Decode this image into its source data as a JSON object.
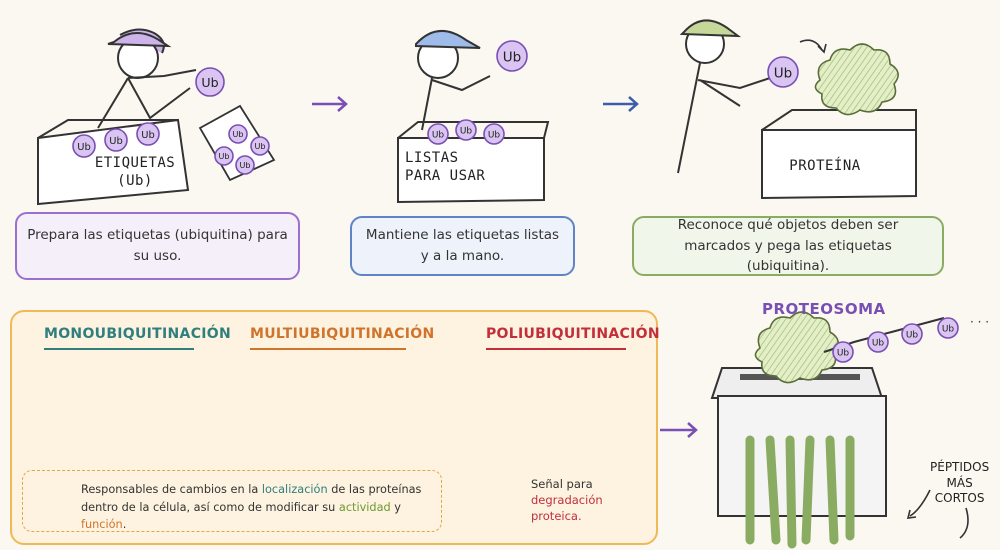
{
  "enzymes": [
    {
      "text": "Prepara las etiquetas (ubiquitina) para su uso.",
      "box_label_lines": [
        "ETIQUETAS",
        "(Ub)"
      ]
    },
    {
      "text": "Mantiene las etiquetas listas y a la mano.",
      "box_label_lines": [
        "LISTAS",
        "PARA USAR"
      ]
    },
    {
      "text": "Reconoce qué objetos deben ser marcados y pega las etiquetas (ubiquitina).",
      "box_label_lines": [
        "PROTEÍNA"
      ]
    }
  ],
  "tag_label": "Ub",
  "ubiquitination_types": [
    {
      "title": "MONOUBIQUITINACIÓN"
    },
    {
      "title": "MULTIUBIQUITINACIÓN"
    },
    {
      "title": "POLIUBIQUITINACIÓN"
    }
  ],
  "localization_note": {
    "part1": "Responsables de cambios en la ",
    "w1": "localización",
    "part2": " de las proteínas dentro de la célula, así como de modificar su ",
    "w2": "actividad",
    "part3": " y ",
    "w3": "función",
    "part4": "."
  },
  "degradation_signal": {
    "line1": "Señal para",
    "line2": "degradación",
    "line3": "proteica."
  },
  "proteasome": {
    "title": "PROTEOSOMA",
    "peptides_lines": [
      "PÉPTIDOS",
      "MÁS",
      "CORTOS"
    ]
  },
  "ellipsis": "· · ·",
  "colors": {
    "purple": "#7a4fb3",
    "blue": "#5f83c4",
    "green": "#8aac62",
    "orange": "#efb957",
    "teal": "#2f7f7f",
    "red": "#c22f3b"
  }
}
